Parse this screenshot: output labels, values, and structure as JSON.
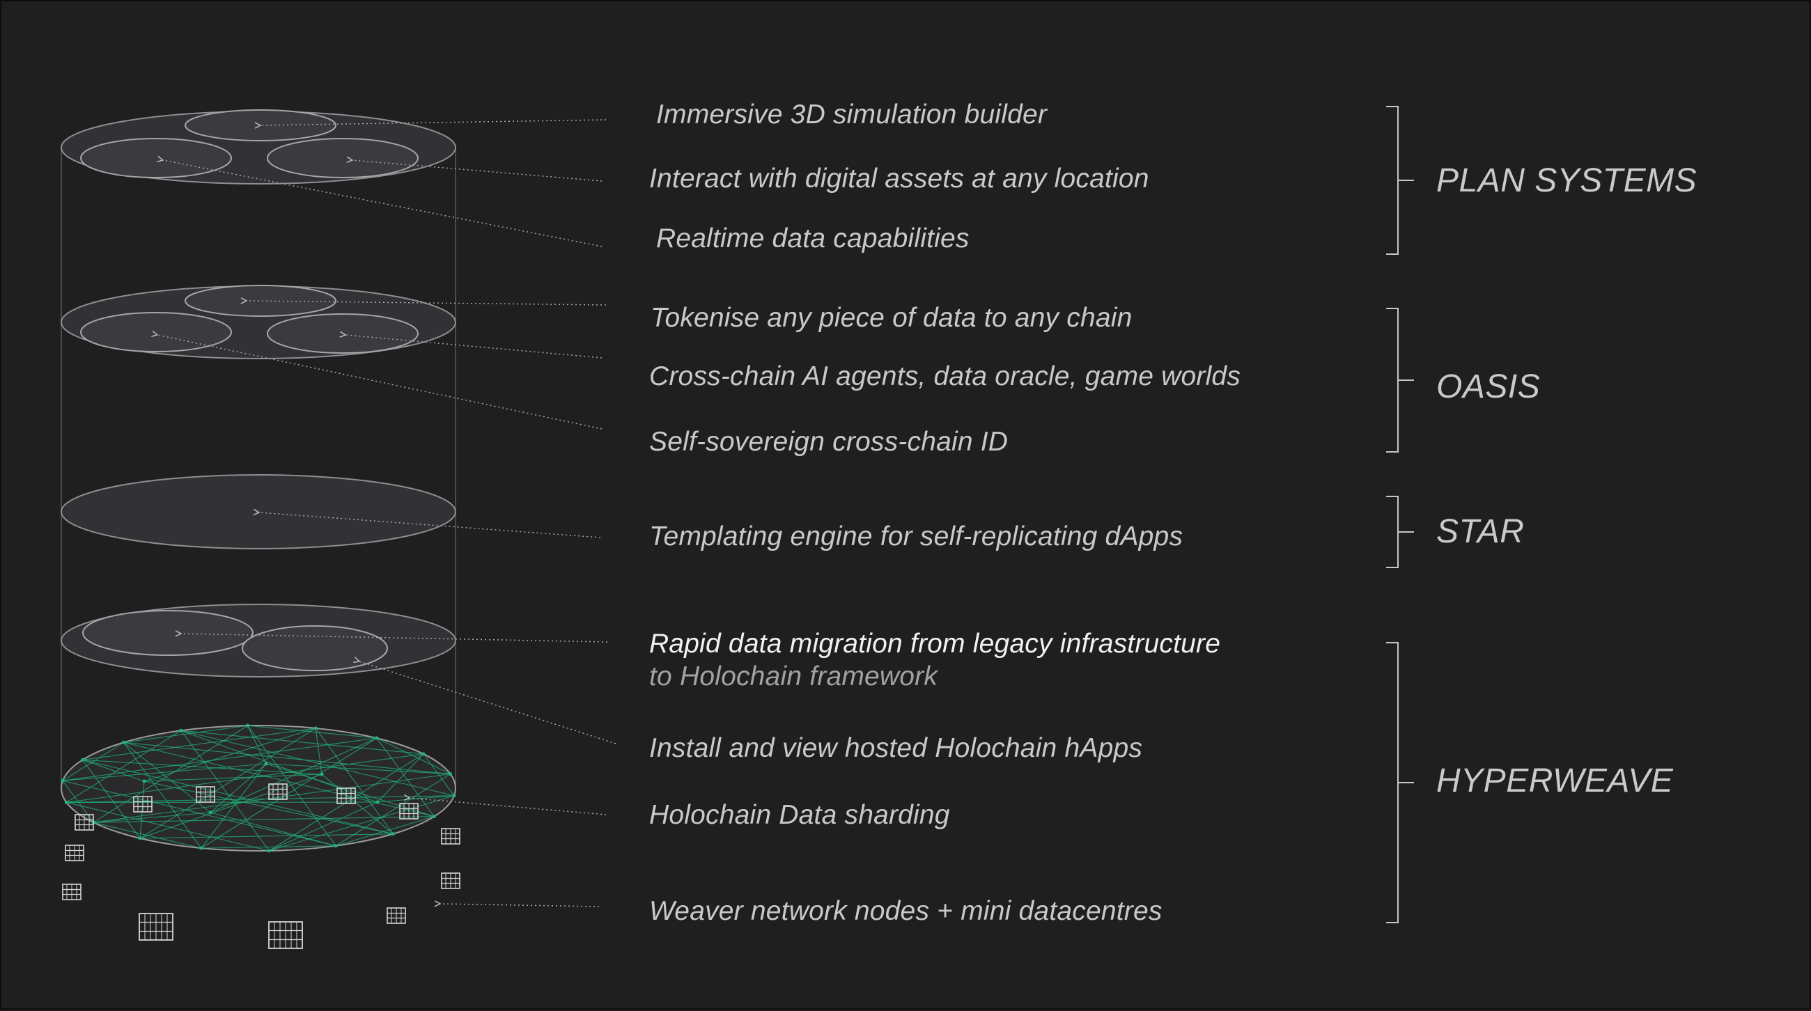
{
  "features": [
    {
      "id": "immersive-3d",
      "text": "Immersive 3D simulation builder"
    },
    {
      "id": "digital-assets",
      "text": "Interact with digital assets at any location"
    },
    {
      "id": "realtime-data",
      "text": "Realtime data capabilities"
    },
    {
      "id": "tokenise",
      "text": "Tokenise any piece of data to any chain"
    },
    {
      "id": "cross-chain-ai",
      "text": "Cross-chain AI agents, data oracle, game worlds"
    },
    {
      "id": "self-sovereign-id",
      "text": "Self-sovereign cross-chain ID"
    },
    {
      "id": "templating-engine",
      "text": "Templating engine for self-replicating dApps"
    },
    {
      "id": "data-migration",
      "text": "Rapid data migration from legacy infrastructure",
      "text2": "to Holochain framework"
    },
    {
      "id": "hosted-happs",
      "text": "Install and view hosted Holochain hApps"
    },
    {
      "id": "data-sharding",
      "text": "Holochain Data sharding"
    },
    {
      "id": "weaver-nodes",
      "text": "Weaver network nodes + mini datacentres"
    }
  ],
  "groups": [
    {
      "id": "plan-systems",
      "label": "PLAN SYSTEMS"
    },
    {
      "id": "oasis",
      "label": "OASIS"
    },
    {
      "id": "star",
      "label": "STAR"
    },
    {
      "id": "hyperweave",
      "label": "HYPERWEAVE"
    }
  ],
  "colors": {
    "background": "#1f1f1f",
    "text": "#c9c9cb",
    "mesh": "#21b57a",
    "layer_stroke": "#8e8e94"
  },
  "icons": {
    "node": "server-rack-icon"
  }
}
